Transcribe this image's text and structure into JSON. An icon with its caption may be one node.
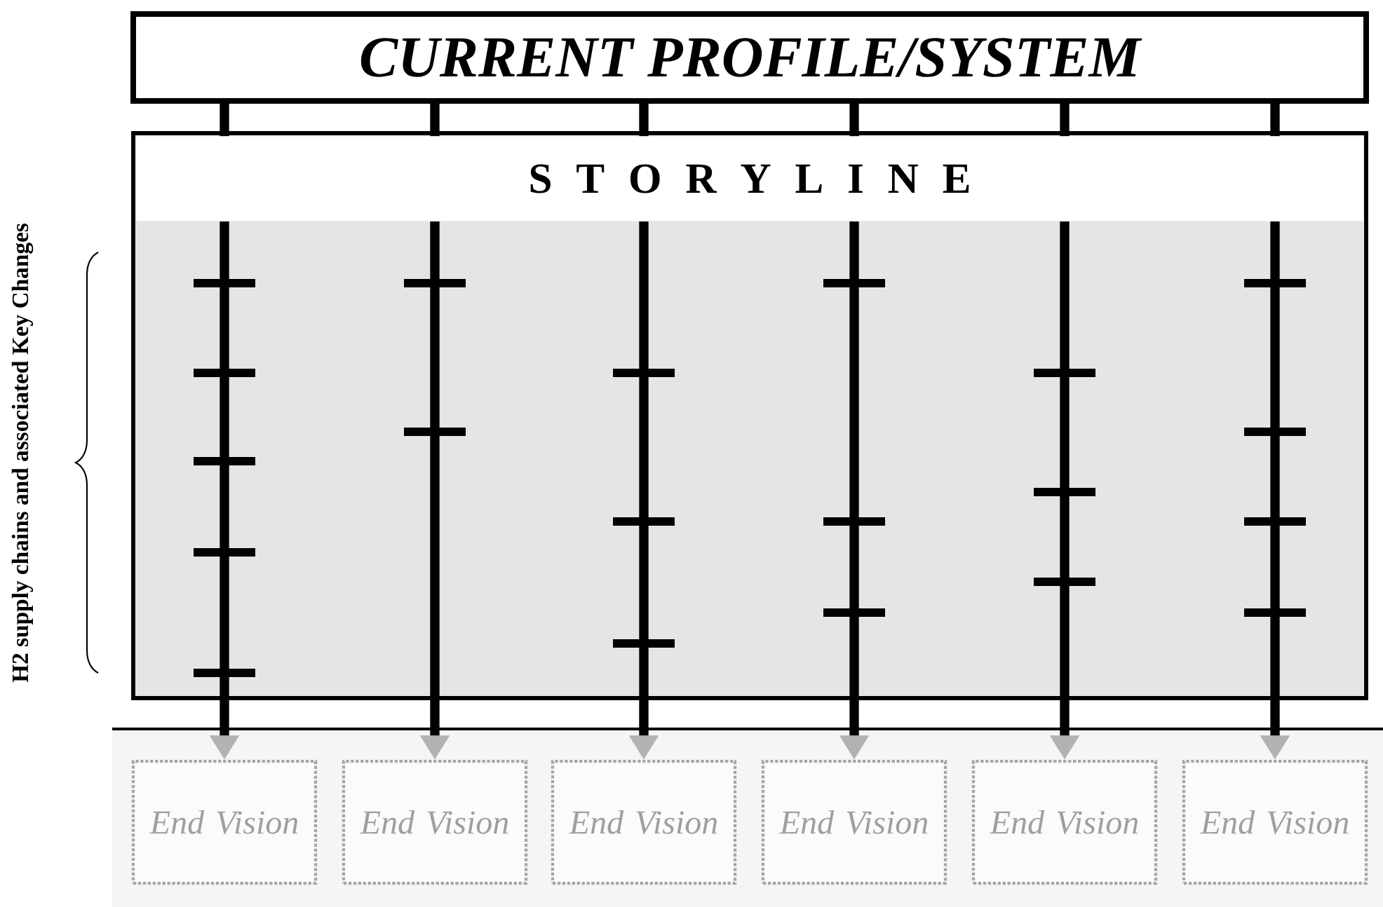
{
  "diagram": {
    "nodes": [
      {
        "text": [
          "CURRENT PROFILE/SYSTEM"
        ]
      },
      {
        "text": [
          "S T O R Y L I N E"
        ]
      },
      {
        "text": [],
        "shape": "box"
      },
      {
        "text": [
          "End Vision"
        ],
        "in": 2
      },
      {
        "text": [
          "End Vision"
        ],
        "in": 2
      },
      {
        "text": [
          "End Vision"
        ],
        "in": 2
      },
      {
        "text": [
          "End Vision"
        ],
        "in": 2
      },
      {
        "text": [
          "End Vision"
        ],
        "in": 2
      },
      {
        "text": [
          "End Vision"
        ],
        "in": 2
      }
    ],
    "edges": [
      {
        "from": 0,
        "to": 1,
        "arrow": "none"
      },
      {
        "from": 0,
        "to": 1,
        "arrow": "none"
      },
      {
        "from": 0,
        "to": 1,
        "arrow": "none"
      },
      {
        "from": 0,
        "to": 1,
        "arrow": "none"
      },
      {
        "from": 0,
        "to": 1,
        "arrow": "none"
      },
      {
        "from": 0,
        "to": 1,
        "arrow": "none"
      },
      {
        "from": 1,
        "to": 3,
        "arrow": "to"
      },
      {
        "from": 1,
        "to": 4,
        "arrow": "to"
      },
      {
        "from": 1,
        "to": 5,
        "arrow": "to"
      },
      {
        "from": 1,
        "to": 6,
        "arrow": "to"
      },
      {
        "from": 1,
        "to": 7,
        "arrow": "to"
      },
      {
        "from": 1,
        "to": 8,
        "arrow": "to"
      }
    ],
    "labels": [
      "H2 supply chains and associated Key Changes"
    ]
  }
}
